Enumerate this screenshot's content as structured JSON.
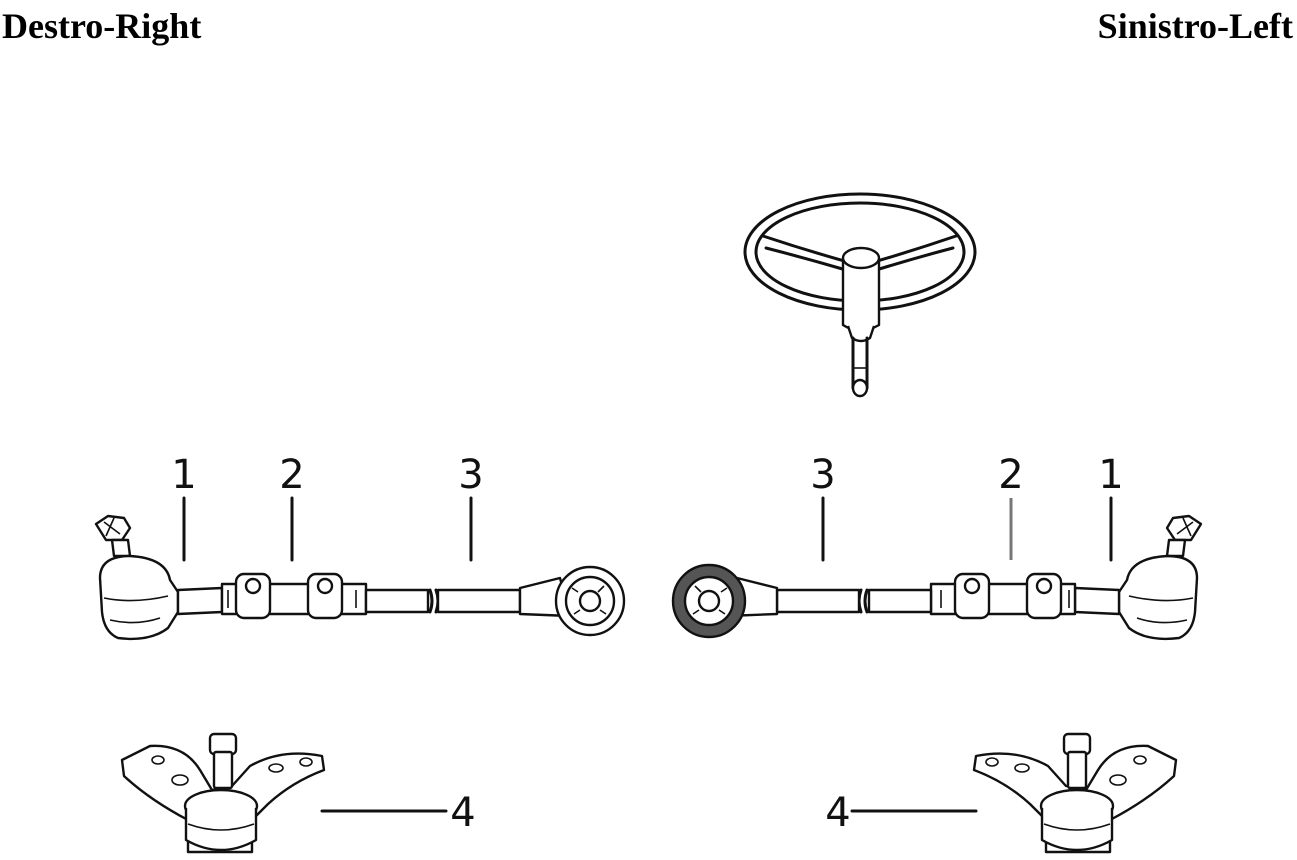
{
  "headings": {
    "right_side": "Destro-Right",
    "left_side": "Sinistro-Left"
  },
  "callouts": {
    "right": {
      "tie_rod_end": "1",
      "adjusting_sleeve": "2",
      "tie_rod": "3",
      "ball_joint": "4"
    },
    "left": {
      "tie_rod_end": "1",
      "adjusting_sleeve": "2",
      "tie_rod": "3",
      "ball_joint": "4"
    }
  }
}
